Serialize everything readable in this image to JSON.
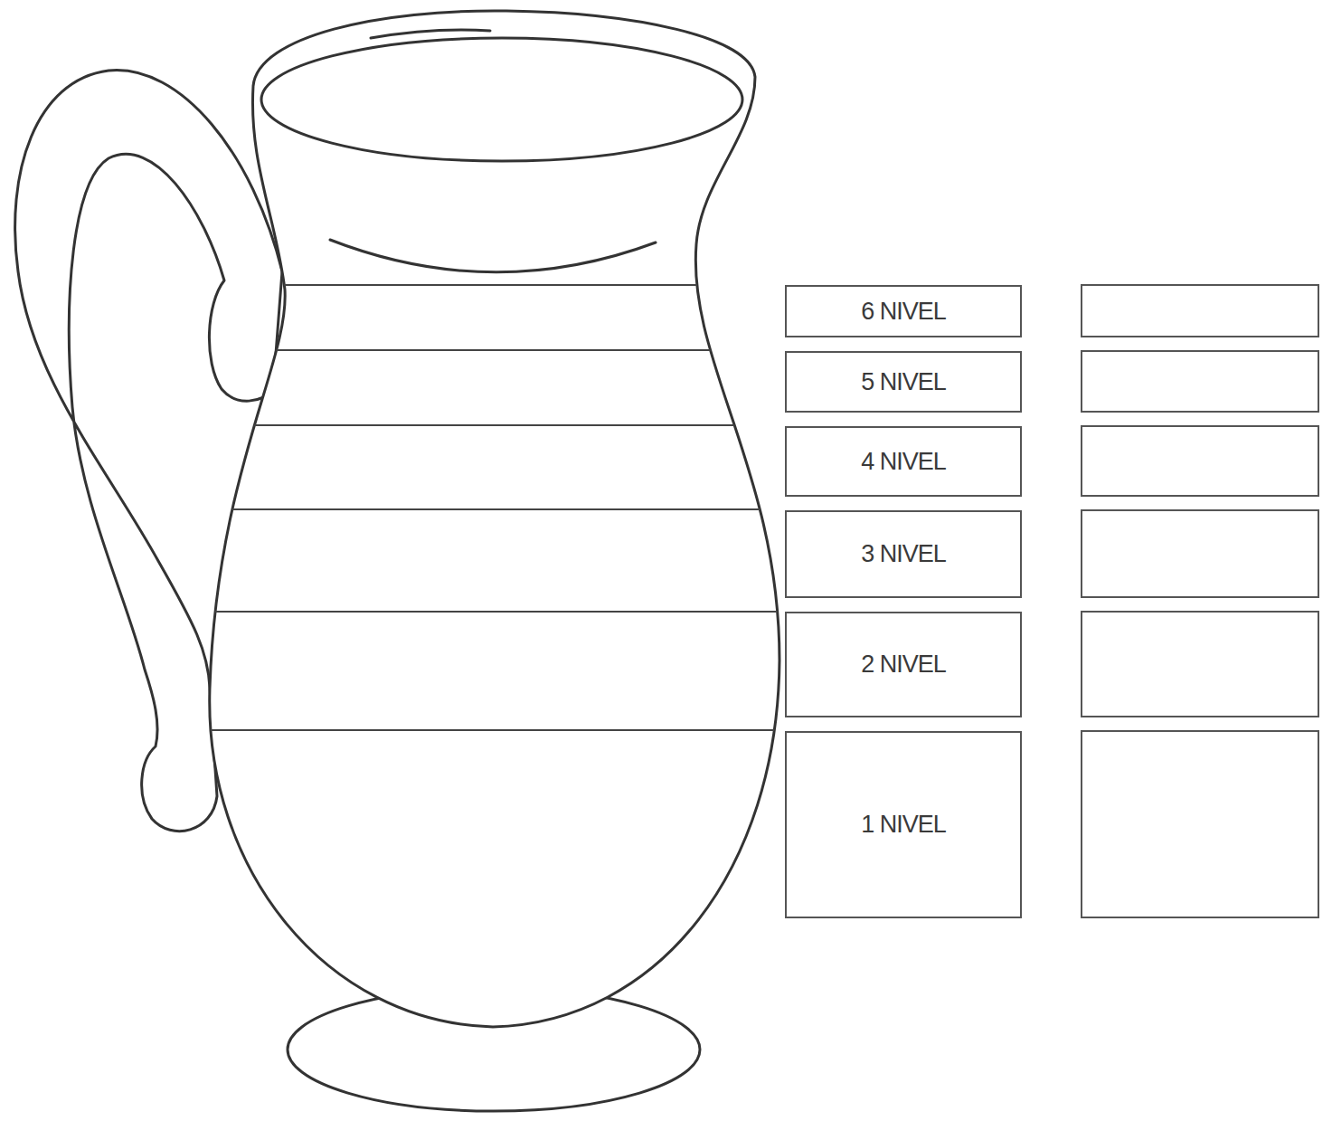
{
  "diagram": {
    "nodes": [
      {
        "text": [
          "6 NIVEL"
        ]
      },
      {
        "text": [
          "5 NIVEL"
        ]
      },
      {
        "text": [
          "4 NIVEL"
        ]
      },
      {
        "text": [
          "3 NIVEL"
        ]
      },
      {
        "text": [
          "2 NIVEL"
        ]
      },
      {
        "text": [
          "1 NIVEL"
        ]
      }
    ]
  }
}
